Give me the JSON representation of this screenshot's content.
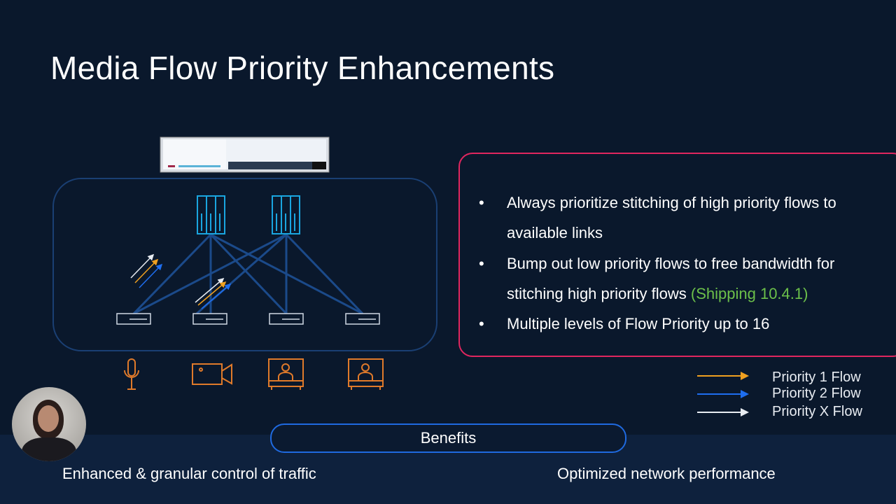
{
  "title": "Media Flow Priority Enhancements",
  "bullets": [
    {
      "text": "Always prioritize stitching of high priority flows to available links"
    },
    {
      "text": "Bump out low priority flows to free bandwidth for stitching high priority flows ",
      "highlight": "(Shipping 10.4.1)"
    },
    {
      "text": "Multiple levels of Flow Priority up to 16"
    }
  ],
  "bullet_char": "•",
  "legend": [
    {
      "label": "Priority 1 Flow",
      "color": "#f0a020"
    },
    {
      "label": "Priority 2 Flow",
      "color": "#1e6ef0"
    },
    {
      "label": "Priority X Flow",
      "color": "#e8ecf2"
    }
  ],
  "benefits": {
    "label": "Benefits",
    "left": "Enhanced & granular control of traffic",
    "right": "Optimized network performance"
  },
  "diagram": {
    "icons": [
      "monitor-screenshot",
      "spine-switch",
      "spine-switch",
      "leaf-switch",
      "leaf-switch",
      "leaf-switch",
      "leaf-switch",
      "microphone-icon",
      "camera-icon",
      "video-endpoint-icon",
      "video-endpoint-icon"
    ]
  },
  "colors": {
    "background": "#0a182c",
    "accent_pink": "#e0265f",
    "accent_blue": "#1f6ae0",
    "endpoint_orange": "#e07a2a",
    "switch_cyan": "#1aa6e0",
    "highlight_green": "#6cc04a"
  }
}
